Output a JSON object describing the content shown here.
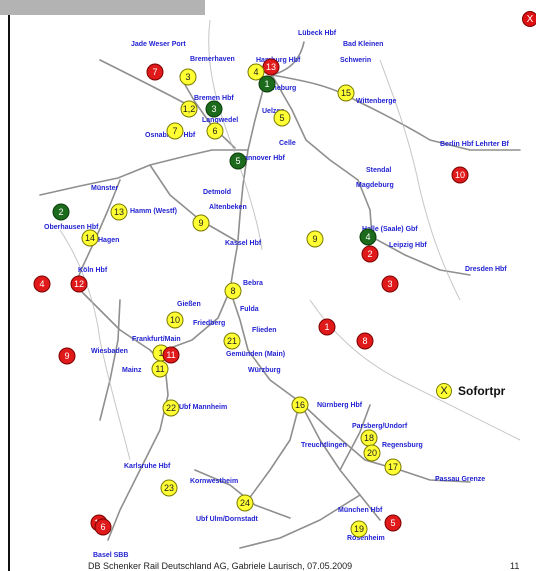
{
  "colors": {
    "red": "#e01a1a",
    "yellow": "#ffff33",
    "green": "#1c6a1c",
    "label": "#1f1fd2",
    "road": "#8f8f8f"
  },
  "map": {
    "cities": [
      "Lübeck Hbf",
      "Bad Kleinen",
      "Jade Weser Port",
      "Bremerhaven",
      "Hamburg Hbf",
      "Schwerin",
      "Lüneburg",
      "Bremen Hbf",
      "Wittenberge",
      "Celle",
      "Langwedel",
      "Uelzen",
      "Stendal",
      "Berlin Hbf Lehrter Bf",
      "Osnabrück Hbf",
      "Hannover Hbf",
      "Detmold",
      "Magdeburg",
      "Münster",
      "Altenbeken",
      "Hamm (Westf)",
      "Oberhausen Hbf",
      "Hagen",
      "Kassel Hbf",
      "Halle (Saale) Gbf",
      "Leipzig Hbf",
      "Köln Hbf",
      "Dresden Hbf",
      "Bebra",
      "Gießen",
      "Fulda",
      "Friedberg",
      "Flieden",
      "Frankfurt/Main",
      "Gemünden (Main)",
      "Wiesbaden",
      "Mainz",
      "Würzburg",
      "Ubf Mannheim",
      "Nürnberg Hbf",
      "Parsberg/Undorf",
      "Treuchtlingen",
      "Regensburg",
      "Karlsruhe Hbf",
      "Kornwestheim",
      "Passau Grenze",
      "Ubf Ulm/Dornstadt",
      "München Hbf",
      "Rosenheim",
      "Basel SBB"
    ],
    "markers": [
      {
        "n": "13",
        "c": "red"
      },
      {
        "n": "7",
        "c": "red"
      },
      {
        "n": "3",
        "c": "yellow"
      },
      {
        "n": "4",
        "c": "yellow"
      },
      {
        "n": "1",
        "c": "green"
      },
      {
        "n": "15",
        "c": "yellow"
      },
      {
        "n": "1,2",
        "c": "yellow"
      },
      {
        "n": "3",
        "c": "green"
      },
      {
        "n": "5",
        "c": "yellow"
      },
      {
        "n": "7",
        "c": "yellow"
      },
      {
        "n": "6",
        "c": "yellow"
      },
      {
        "n": "5",
        "c": "green"
      },
      {
        "n": "10",
        "c": "red"
      },
      {
        "n": "2",
        "c": "green"
      },
      {
        "n": "13",
        "c": "yellow"
      },
      {
        "n": "14",
        "c": "yellow"
      },
      {
        "n": "9",
        "c": "yellow"
      },
      {
        "n": "9",
        "c": "yellow"
      },
      {
        "n": "4",
        "c": "green"
      },
      {
        "n": "2",
        "c": "red"
      },
      {
        "n": "4",
        "c": "red"
      },
      {
        "n": "12",
        "c": "red"
      },
      {
        "n": "3",
        "c": "red"
      },
      {
        "n": "8",
        "c": "yellow"
      },
      {
        "n": "10",
        "c": "yellow"
      },
      {
        "n": "1",
        "c": "red"
      },
      {
        "n": "21",
        "c": "yellow"
      },
      {
        "n": "8",
        "c": "red"
      },
      {
        "n": "9",
        "c": "red"
      },
      {
        "n": "1",
        "c": "yellow"
      },
      {
        "n": "11",
        "c": "red"
      },
      {
        "n": "11",
        "c": "yellow"
      },
      {
        "n": "16",
        "c": "yellow"
      },
      {
        "n": "22",
        "c": "yellow"
      },
      {
        "n": "18",
        "c": "yellow"
      },
      {
        "n": "20",
        "c": "yellow"
      },
      {
        "n": "17",
        "c": "yellow"
      },
      {
        "n": "14",
        "c": "red"
      },
      {
        "n": "23",
        "c": "yellow"
      },
      {
        "n": "24",
        "c": "yellow"
      },
      {
        "n": "6",
        "c": "red"
      },
      {
        "n": "19",
        "c": "yellow"
      },
      {
        "n": "5",
        "c": "red"
      }
    ]
  },
  "legend": {
    "symbol": "X",
    "label": "Sofortpr"
  },
  "corner_marker": "X",
  "footer": {
    "text": "DB Schenker Rail Deutschland AG, Gabriele Laurisch, 07.05.2009",
    "page": "11"
  }
}
